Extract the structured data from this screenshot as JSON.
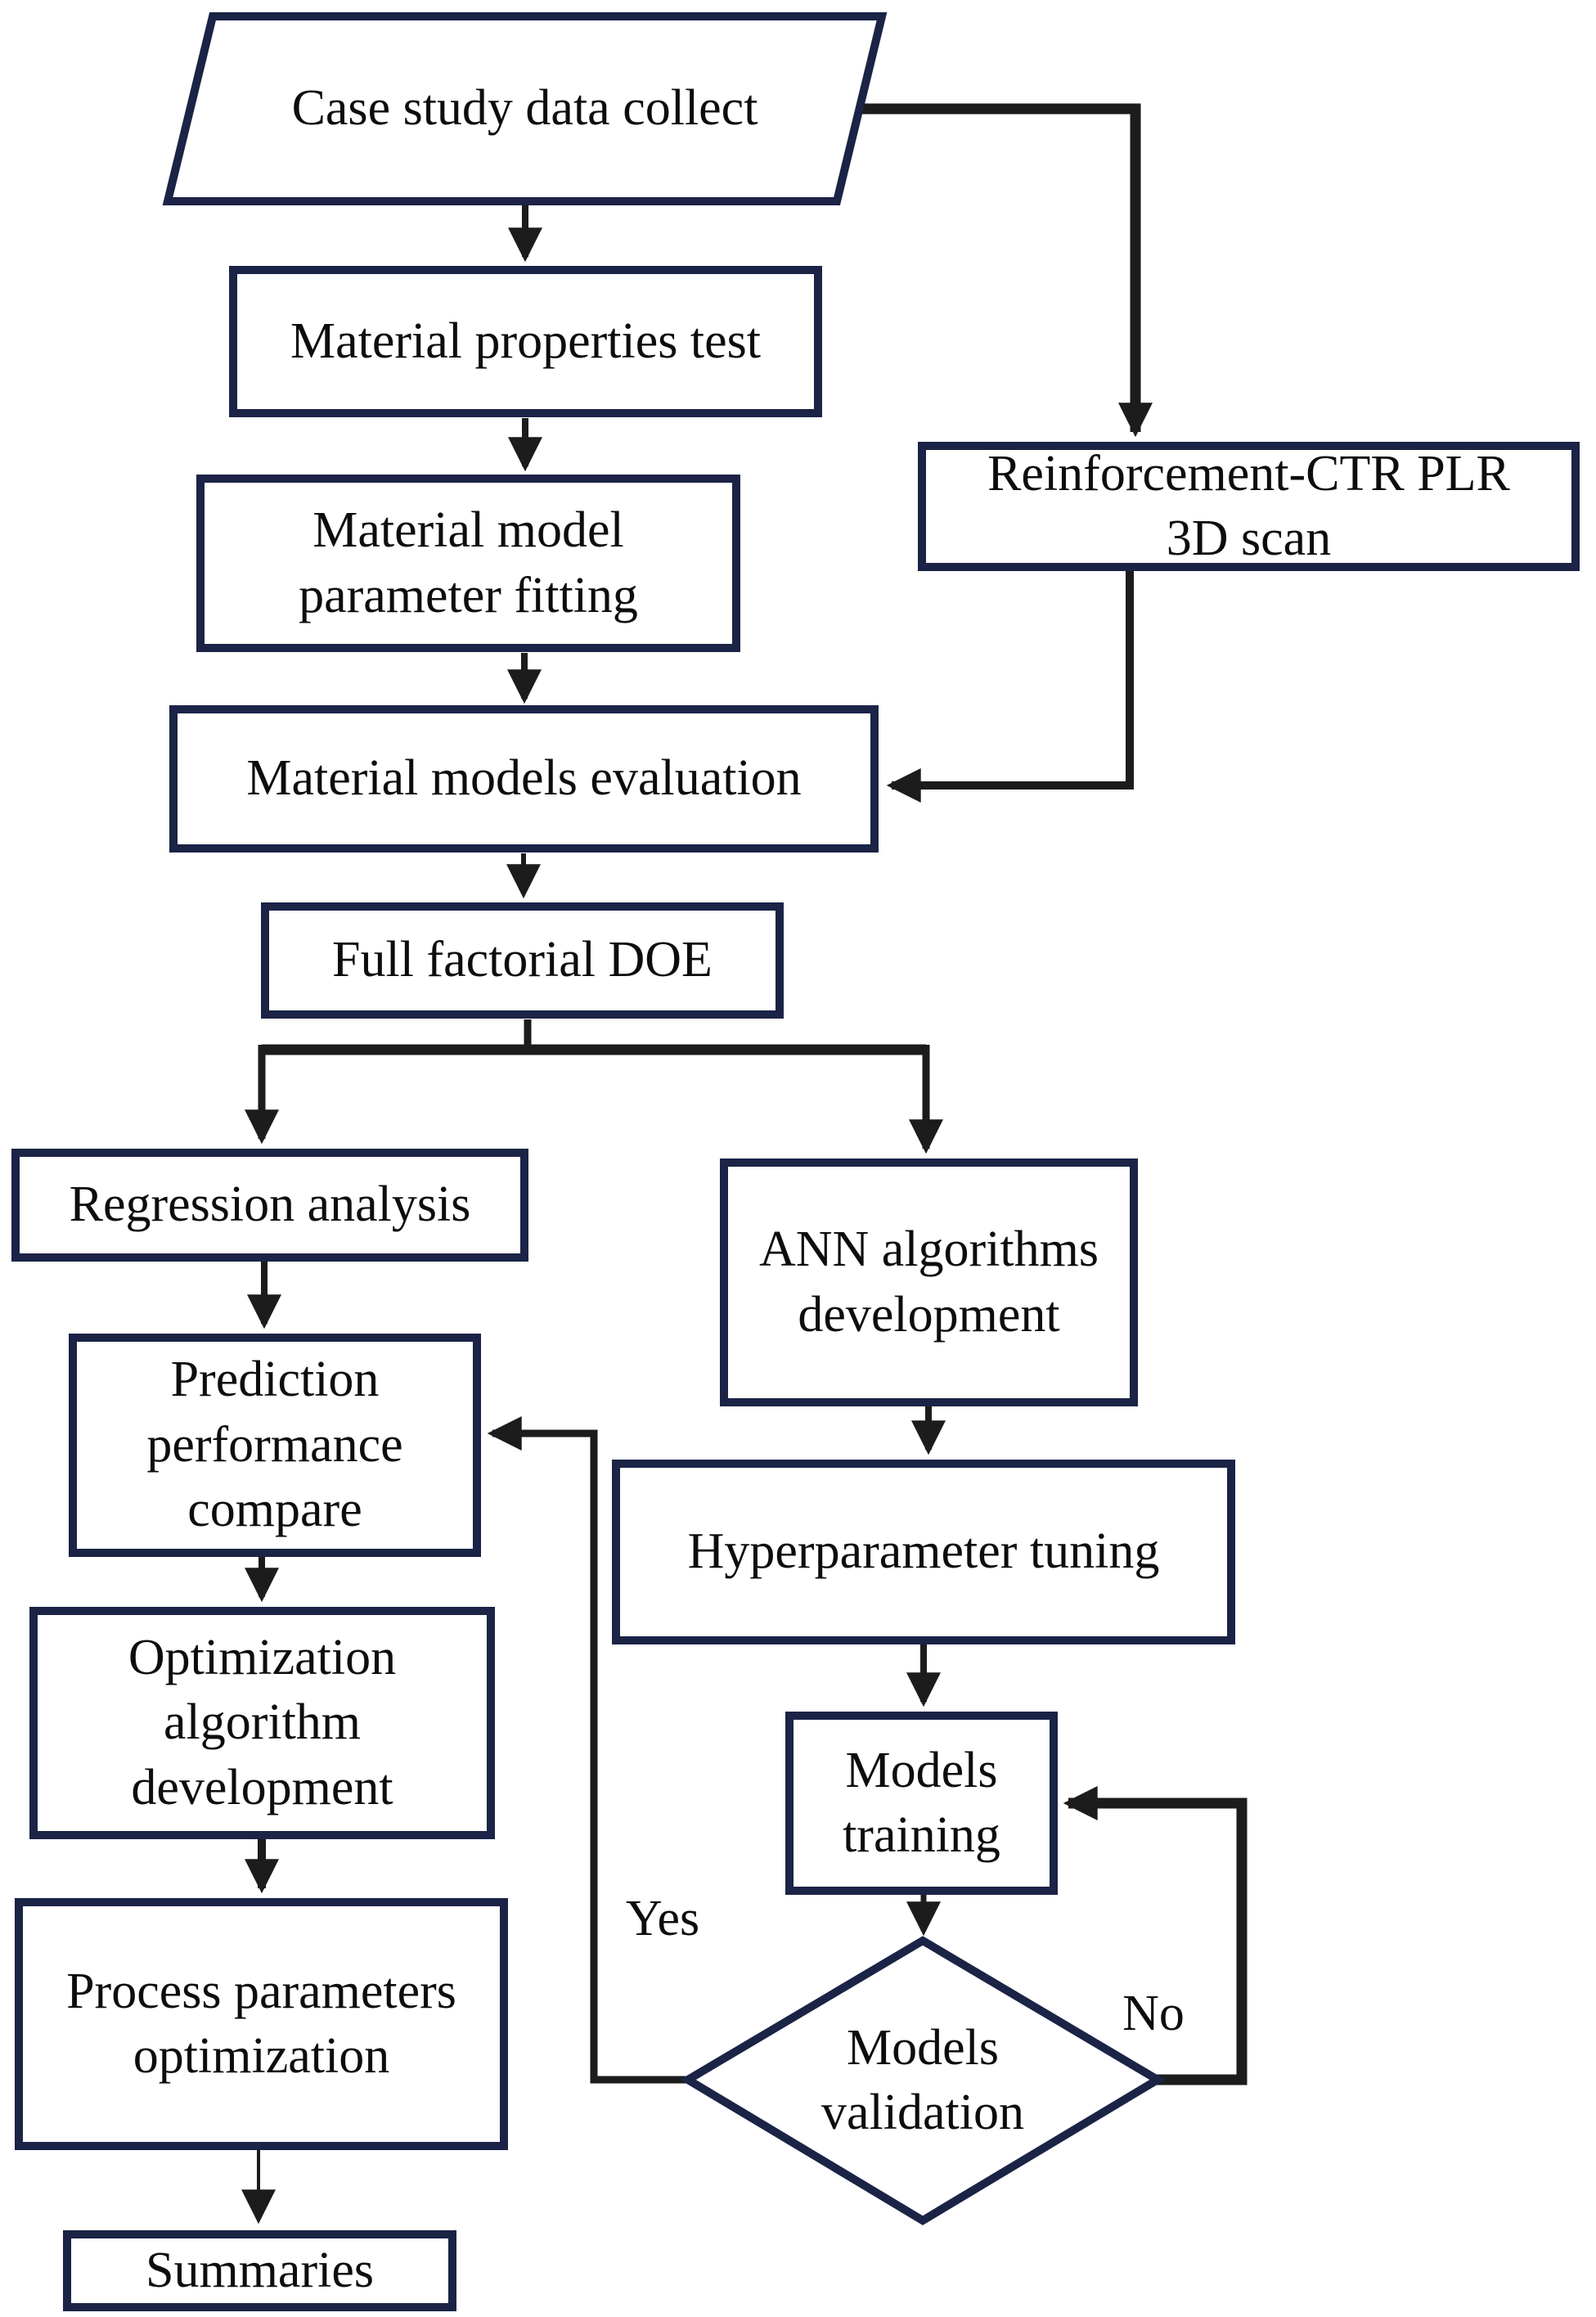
{
  "diagram": {
    "type": "flowchart",
    "colors": {
      "background": "#ffffff",
      "node_border": "#1b2346",
      "connector": "#1c1c1c",
      "text": "#0d0d0d"
    },
    "nodes": [
      {
        "id": "case-study-data-collect",
        "shape": "parallelogram",
        "label": "Case study data collect"
      },
      {
        "id": "material-properties-test",
        "shape": "rect",
        "label": "Material properties test"
      },
      {
        "id": "material-model-parameter-fitting",
        "shape": "rect",
        "label": "Material model\nparameter fitting"
      },
      {
        "id": "reinforcement-ctr-plr-3d-scan",
        "shape": "rect",
        "label": "Reinforcement-CTR PLR\n3D scan"
      },
      {
        "id": "material-models-evaluation",
        "shape": "rect",
        "label": "Material models evaluation"
      },
      {
        "id": "full-factorial-doe",
        "shape": "rect",
        "label": "Full factorial DOE"
      },
      {
        "id": "regression-analysis",
        "shape": "rect",
        "label": "Regression analysis"
      },
      {
        "id": "ann-algorithms-development",
        "shape": "rect",
        "label": "ANN algorithms\ndevelopment"
      },
      {
        "id": "prediction-performance-compare",
        "shape": "rect",
        "label": "Prediction\nperformance\ncompare"
      },
      {
        "id": "hyperparameter-tuning",
        "shape": "rect",
        "label": "Hyperparameter tuning"
      },
      {
        "id": "optimization-algorithm-development",
        "shape": "rect",
        "label": "Optimization\nalgorithm\ndevelopment"
      },
      {
        "id": "models-training",
        "shape": "rect",
        "label": "Models\ntraining"
      },
      {
        "id": "models-validation",
        "shape": "diamond",
        "label": "Models\nvalidation"
      },
      {
        "id": "process-parameters-optimization",
        "shape": "rect",
        "label": "Process parameters\noptimization"
      },
      {
        "id": "summaries",
        "shape": "rect",
        "label": "Summaries"
      }
    ],
    "edges": [
      {
        "from": "case-study-data-collect",
        "to": "material-properties-test"
      },
      {
        "from": "case-study-data-collect",
        "to": "reinforcement-ctr-plr-3d-scan"
      },
      {
        "from": "material-properties-test",
        "to": "material-model-parameter-fitting"
      },
      {
        "from": "material-model-parameter-fitting",
        "to": "material-models-evaluation"
      },
      {
        "from": "reinforcement-ctr-plr-3d-scan",
        "to": "material-models-evaluation"
      },
      {
        "from": "material-models-evaluation",
        "to": "full-factorial-doe"
      },
      {
        "from": "full-factorial-doe",
        "to": "regression-analysis"
      },
      {
        "from": "full-factorial-doe",
        "to": "ann-algorithms-development"
      },
      {
        "from": "regression-analysis",
        "to": "prediction-performance-compare"
      },
      {
        "from": "ann-algorithms-development",
        "to": "hyperparameter-tuning"
      },
      {
        "from": "hyperparameter-tuning",
        "to": "models-training"
      },
      {
        "from": "models-training",
        "to": "models-validation"
      },
      {
        "from": "models-validation",
        "to": "prediction-performance-compare",
        "label": "Yes"
      },
      {
        "from": "models-validation",
        "to": "models-training",
        "label": "No"
      },
      {
        "from": "prediction-performance-compare",
        "to": "optimization-algorithm-development"
      },
      {
        "from": "optimization-algorithm-development",
        "to": "process-parameters-optimization"
      },
      {
        "from": "process-parameters-optimization",
        "to": "summaries"
      }
    ]
  }
}
